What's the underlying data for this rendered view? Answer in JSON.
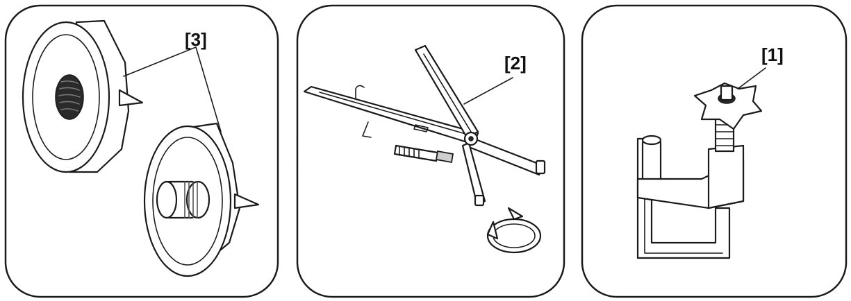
{
  "panels": [
    {
      "label": "[3]"
    },
    {
      "label": "[2]"
    },
    {
      "label": "[1]"
    }
  ],
  "colors": {
    "ink": "#1a1a1a",
    "background": "#ffffff",
    "shade": "#cfcfcf"
  }
}
